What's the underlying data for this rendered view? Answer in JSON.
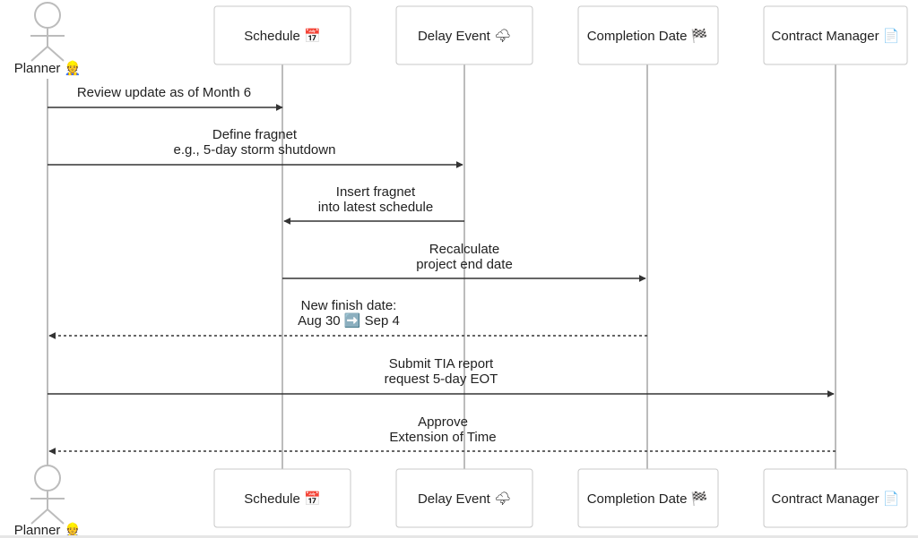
{
  "participants": {
    "planner": {
      "label": "Planner",
      "emoji": "👷"
    },
    "schedule": {
      "label": "Schedule",
      "emoji": "📅"
    },
    "delay": {
      "label": "Delay Event",
      "emoji": "🌩"
    },
    "completion": {
      "label": "Completion Date",
      "emoji": "🏁"
    },
    "contract": {
      "label": "Contract Manager",
      "emoji": "📄"
    }
  },
  "messages": [
    {
      "from": "planner",
      "to": "schedule",
      "style": "solid",
      "lines": [
        "Review update as of Month 6"
      ]
    },
    {
      "from": "planner",
      "to": "delay",
      "style": "solid",
      "lines": [
        "Define fragnet",
        "e.g., 5-day storm shutdown"
      ]
    },
    {
      "from": "delay",
      "to": "schedule",
      "style": "solid",
      "lines": [
        "Insert fragnet",
        "into latest schedule"
      ]
    },
    {
      "from": "schedule",
      "to": "completion",
      "style": "solid",
      "lines": [
        "Recalculate",
        "project end date"
      ]
    },
    {
      "from": "completion",
      "to": "planner",
      "style": "dashed",
      "lines": [
        "New finish date:",
        "Aug 30 ➡️ Sep 4"
      ]
    },
    {
      "from": "planner",
      "to": "contract",
      "style": "solid",
      "lines": [
        "Submit TIA report",
        "request 5-day EOT"
      ]
    },
    {
      "from": "contract",
      "to": "planner",
      "style": "dashed",
      "lines": [
        "Approve",
        "Extension of Time"
      ]
    }
  ]
}
